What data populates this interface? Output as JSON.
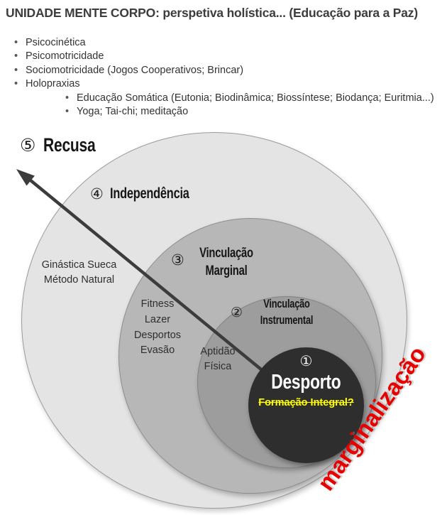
{
  "title": "UNIDADE MENTE CORPO: perspetiva holística... (Educação para a Paz)",
  "bullets": {
    "level1": [
      "Psicocinética",
      "Psicomotricidade",
      "Sociomotricidade (Jogos Cooperativos; Brincar)",
      "Holopraxias"
    ],
    "level2": [
      "Educação Somática (Eutonia; Biodinâmica; Biossíntese; Biodança; Euritmia...)",
      "Yoga; Tai-chi; meditação"
    ]
  },
  "diagram": {
    "recusa": {
      "num": "⑤",
      "label": "Recusa"
    },
    "independencia": {
      "num": "④",
      "label": "Independência"
    },
    "marginal": {
      "num": "③",
      "line1": "Vinculação",
      "line2": "Marginal"
    },
    "instrumental": {
      "num": "②",
      "line1": "Vinculação",
      "line2": "Instrumental"
    },
    "desporto": {
      "num": "①",
      "label": "Desporto",
      "sub": "Formação Integral?"
    },
    "outer_examples": {
      "line1": "Ginástica Sueca",
      "line2": "Método Natural"
    },
    "ring3_examples": {
      "line1": "Fitness",
      "line2": "Lazer",
      "line3": "Desportos",
      "line4": "Evasão"
    },
    "ring2_examples": {
      "line1": "Aptidão",
      "line2": "Física"
    },
    "marginalizacao": "marginalização"
  },
  "colors": {
    "outer_ring": "#e4e4e4",
    "ring3": "#b7b7b7",
    "ring2": "#9d9d9d",
    "center_circle": "#2e2e2e",
    "highlight_yellow": "#ffff00",
    "marginalizacao_red": "#e80000",
    "arrow": "#3c3c3c"
  }
}
